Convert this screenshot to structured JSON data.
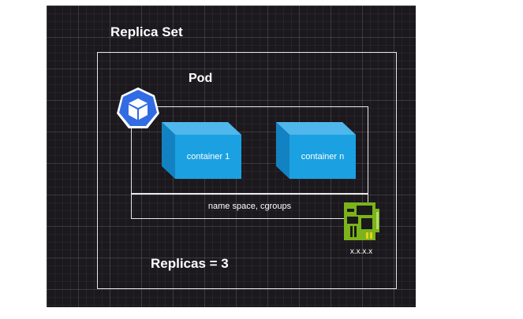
{
  "diagram": {
    "replica_set_title": "Replica Set",
    "pod_title": "Pod",
    "containers": [
      {
        "label": "container 1"
      },
      {
        "label": "container n"
      }
    ],
    "namespace_label": "name space, cgroups",
    "ip_label": "x.x.x.x",
    "replicas_label": "Replicas = 3"
  },
  "icons": {
    "pod": "kubernetes-pod-icon",
    "network": "network-interface-card-icon"
  },
  "colors": {
    "background": "#1b191e",
    "border": "#e8e8e8",
    "container_fill": "#1ba1e2",
    "kubernetes_blue": "#326ce5",
    "nic_green": "#7bb31a"
  }
}
